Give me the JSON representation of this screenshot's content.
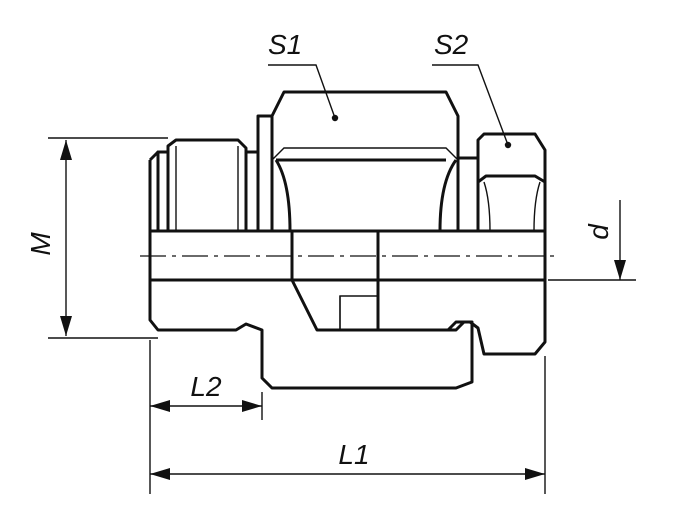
{
  "labels": {
    "s1": "S1",
    "s2": "S2",
    "m": "M",
    "d": "d",
    "l1": "L1",
    "l2": "L2"
  },
  "colors": {
    "line": "#111111",
    "background": "#ffffff"
  }
}
